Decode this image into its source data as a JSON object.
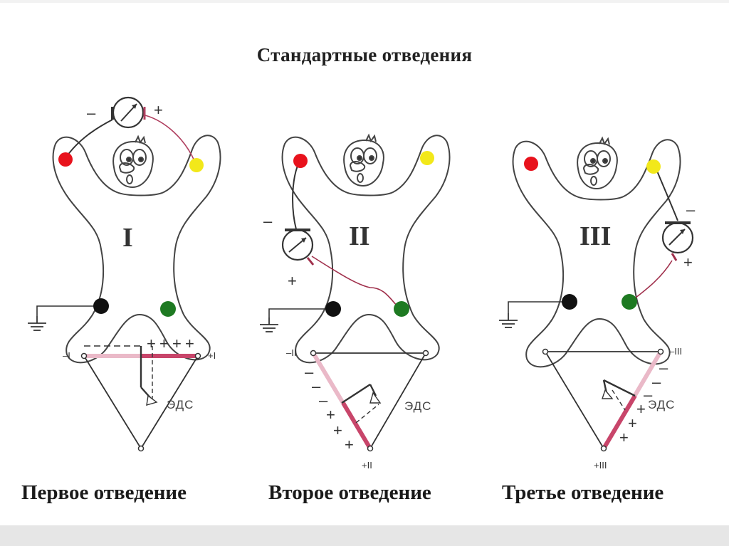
{
  "title": "Стандартные отведения",
  "captions": [
    "Первое отведение",
    "Второе отведение",
    "Третье отведение"
  ],
  "lead_numerals": [
    "I",
    "II",
    "III"
  ],
  "eds_label": "ЭДС",
  "signs": {
    "minus": "–",
    "plus": "+"
  },
  "vertex_labels": {
    "lead1": [
      "–I",
      "+I"
    ],
    "lead2": [
      "–II",
      "+II"
    ],
    "lead3": [
      "–III",
      "+III"
    ]
  },
  "colors": {
    "electrode_right_arm": "#e8121c",
    "electrode_left_arm": "#f2e81a",
    "electrode_right_leg": "#111111",
    "electrode_left_leg": "#1e7a22",
    "lead_axis": "#c8456a",
    "lead_axis_light": "#eab9c8",
    "outline": "#444444"
  }
}
